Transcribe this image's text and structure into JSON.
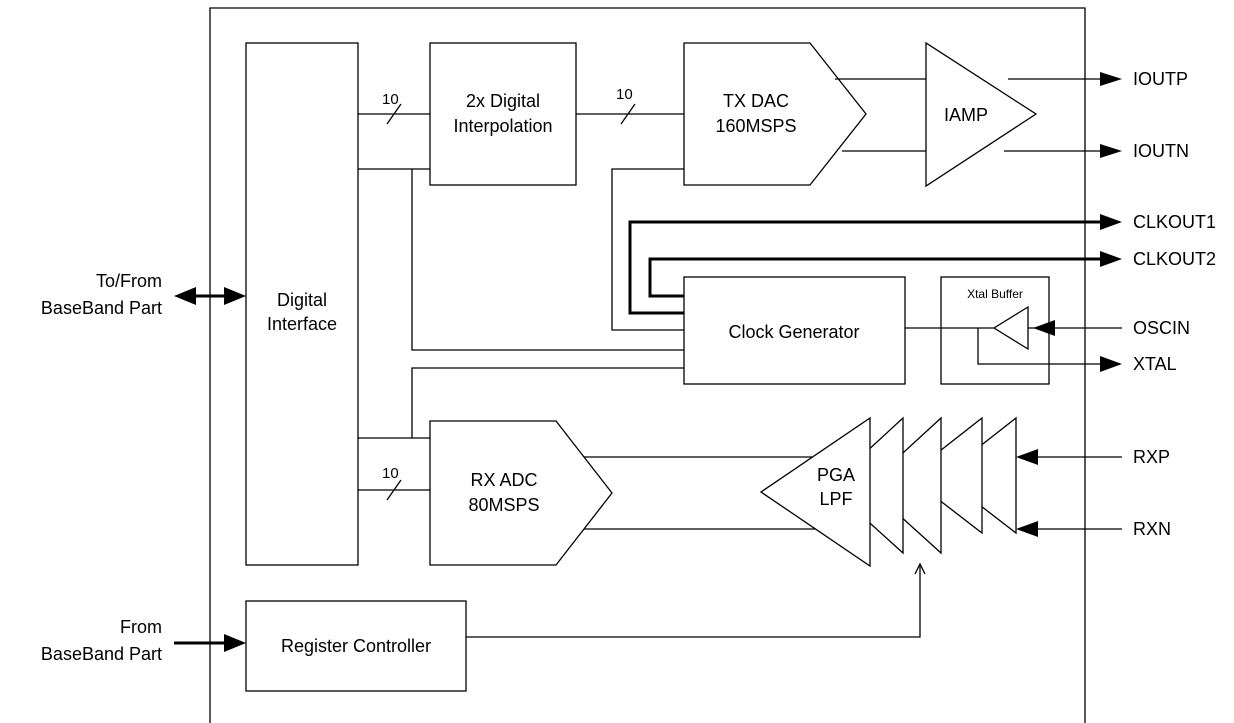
{
  "external": {
    "to_from_baseband_line1": "To/From",
    "to_from_baseband_line2": "BaseBand Part",
    "from_baseband_line1": "From",
    "from_baseband_line2": "BaseBand Part"
  },
  "blocks": {
    "digital_interface_line1": "Digital",
    "digital_interface_line2": "Interface",
    "interpolation_line1": "2x Digital",
    "interpolation_line2": "Interpolation",
    "tx_dac_line1": "TX DAC",
    "tx_dac_line2": "160MSPS",
    "iamp": "IAMP",
    "clock_generator": "Clock Generator",
    "xtal_buffer": "Xtal Buffer",
    "rx_adc_line1": "RX ADC",
    "rx_adc_line2": "80MSPS",
    "pga_line1": "PGA",
    "pga_line2": "LPF",
    "register_controller": "Register Controller"
  },
  "buses": {
    "interp_in": "10",
    "dac_in": "10",
    "adc_out": "10"
  },
  "pins": {
    "ioutp": "IOUTP",
    "ioutn": "IOUTN",
    "clkout1": "CLKOUT1",
    "clkout2": "CLKOUT2",
    "oscin": "OSCIN",
    "xtal": "XTAL",
    "rxp": "RXP",
    "rxn": "RXN"
  }
}
